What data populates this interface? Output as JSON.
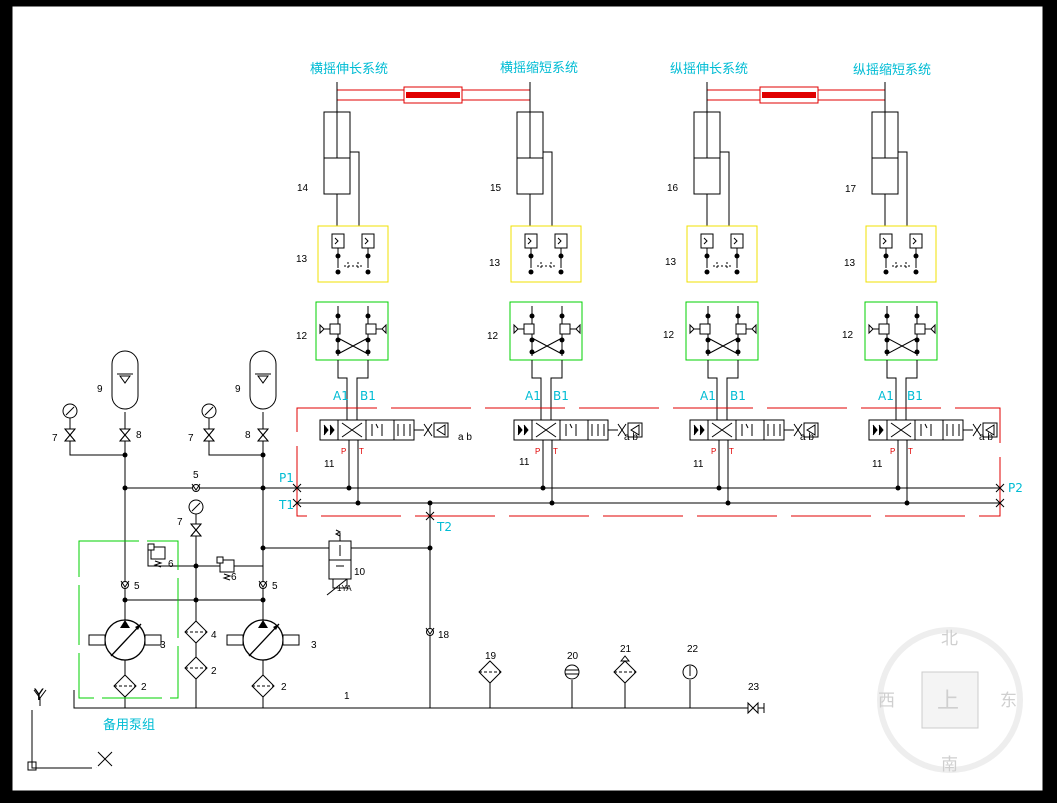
{
  "titles": [
    "横摇伸长系统",
    "横摇缩短系统",
    "纵摇伸长系统",
    "纵摇缩短系统"
  ],
  "cylinders": [
    "14",
    "15",
    "16",
    "17"
  ],
  "module_13": "13",
  "module_12": "12",
  "valve_11": "11",
  "port_a1": "A1",
  "port_b1": "B1",
  "port_p": "P",
  "port_t": "T",
  "ab": "a b",
  "p1": "P1",
  "p2": "P2",
  "t1": "T1",
  "t2": "T2",
  "n1": "1",
  "n2": "2",
  "n3": "3",
  "n4": "4",
  "n5": "5",
  "n6": "6",
  "n7": "7",
  "n8": "8",
  "n9": "9",
  "n10": "10",
  "n18": "18",
  "n19": "19",
  "n20": "20",
  "n21": "21",
  "n22": "22",
  "n23": "23",
  "ya": "1YA",
  "standby": "备用泵组",
  "axis_y": "Y",
  "axis_x": "X",
  "compass": {
    "n": "北",
    "s": "南",
    "e": "东",
    "w": "西",
    "center": "上"
  },
  "colors": {
    "cyan": "#00bcd4",
    "red": "#e00000",
    "yellow": "#f0e000",
    "green": "#00d000"
  }
}
